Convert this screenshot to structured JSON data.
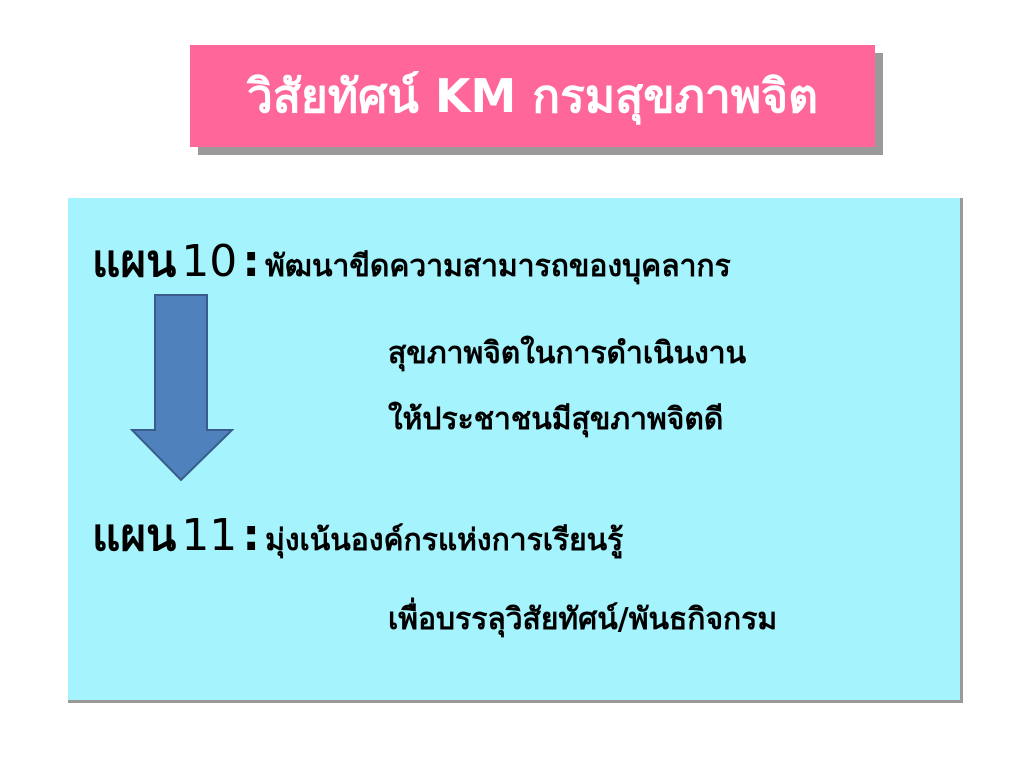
{
  "title": "วิสัยทัศน์ KM กรมสุขภาพจิต",
  "plan10": {
    "word": "แผน",
    "number": "10",
    "colon": ":",
    "description": "พัฒนาขีดความสามารถของบุคลากร",
    "lines": [
      "สุขภาพจิตในการดำเนินงาน",
      "ให้ประชาชนมีสุขภาพจิตดี"
    ]
  },
  "plan11": {
    "word": "แผน",
    "number": "11",
    "colon": ":",
    "description": "มุ่งเน้นองค์กรแห่งการเรียนรู้",
    "lines": [
      "เพื่อบรรลุวิสัยทัศน์/พันธกิจกรม"
    ]
  },
  "colors": {
    "title_bg": "#ff6699",
    "content_bg": "#a5f3fc",
    "arrow_fill": "#4f81bd",
    "arrow_stroke": "#385d8a"
  }
}
